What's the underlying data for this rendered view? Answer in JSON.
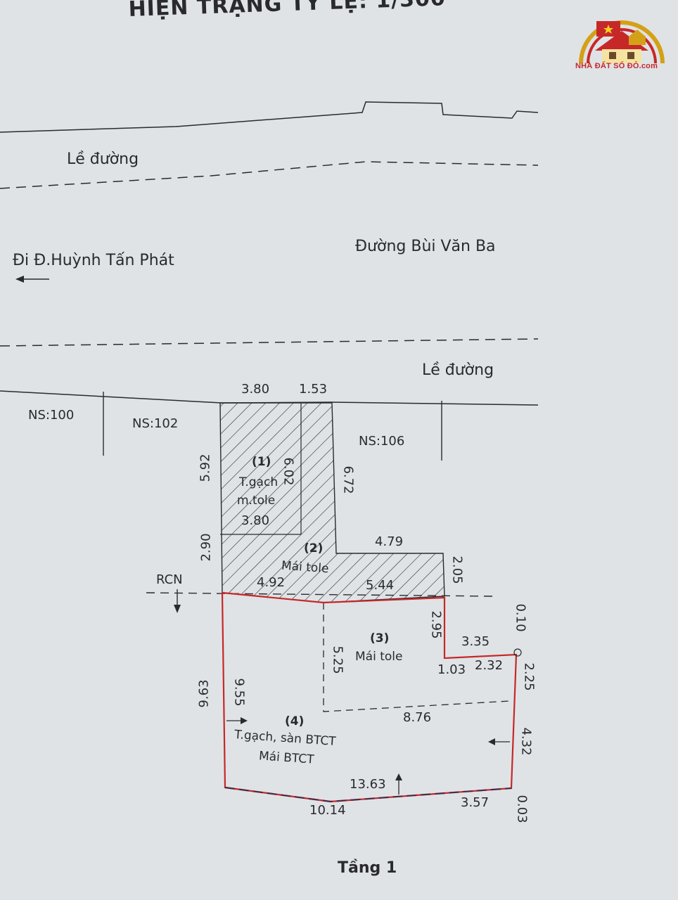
{
  "title": "HIỆN TRẠNG TỶ LỆ: 1/300",
  "logo": {
    "brand_text": "NHÀ ĐẤT SỔ ĐỎ.com"
  },
  "road": {
    "sidewalk_top": "Lề đường",
    "sidewalk_bottom": "Lề đường",
    "street_name": "Đường Bùi Văn Ba",
    "direction": "Đi Đ.Huỳnh Tấn Phát"
  },
  "neighbors": [
    "NS:100",
    "NS:102",
    "NS:106"
  ],
  "marker": "RCN",
  "areas": [
    {
      "id": "(1)",
      "line1": "T.gạch",
      "line2": "m.tole"
    },
    {
      "id": "(2)",
      "line1": "Mái tole"
    },
    {
      "id": "(3)",
      "line1": "Mái tole"
    },
    {
      "id": "(4)",
      "line1": "T.gạch, sàn BTCT",
      "line2": "Mái BTCT"
    }
  ],
  "dimensions": {
    "front_left": "3.80",
    "front_right": "1.53",
    "left_upper": "5.92",
    "inner_upper": "6.02",
    "right_upper": "6.72",
    "inner_width": "3.80",
    "left_mid": "2.90",
    "width_479": "4.79",
    "right_mid": "2.05",
    "rcn_left": "4.92",
    "rcn_right": "5.44",
    "d295": "2.95",
    "d010": "0.10",
    "d335": "3.35",
    "d103": "1.03",
    "d232": "2.32",
    "d225": "2.25",
    "d525": "5.25",
    "d963": "9.63",
    "d955": "9.55",
    "d876": "8.76",
    "d432": "4.32",
    "d1363": "13.63",
    "d1014": "10.14",
    "d357": "3.57",
    "d003": "0.03"
  },
  "floor_label": "Tầng 1",
  "colors": {
    "boundary": "#c62828",
    "ink": "#2a2a2e",
    "paper": "#dfe3e6"
  }
}
